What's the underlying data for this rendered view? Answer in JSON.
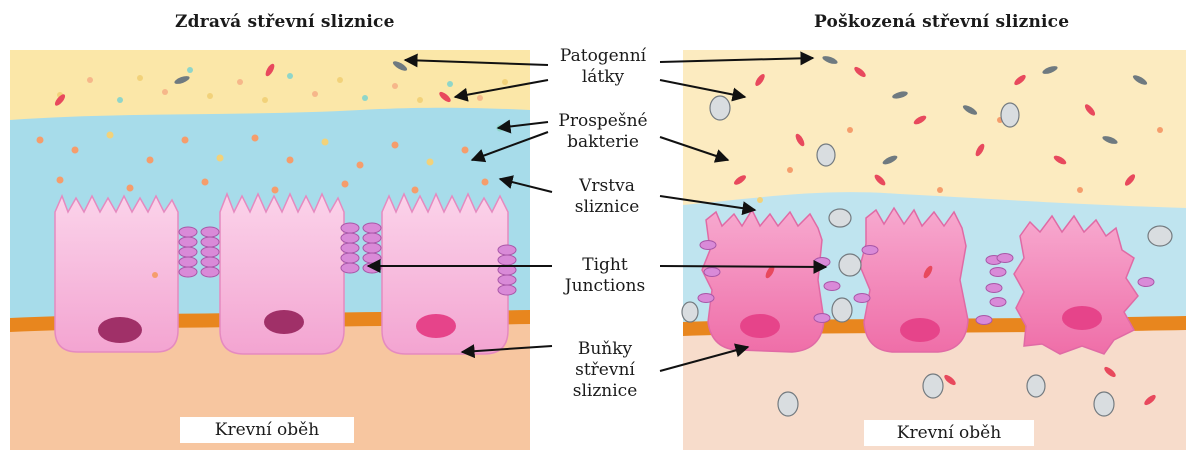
{
  "left_panel": {
    "title": "Zdravá střevní sliznice",
    "footer": "Krevní oběh"
  },
  "right_panel": {
    "title": "Poškozená střevní sliznice",
    "footer": "Krevní oběh"
  },
  "labels": {
    "pathogens": [
      "Patogenní",
      "látky"
    ],
    "beneficial_bacteria": [
      "Prospešné",
      "bakterie"
    ],
    "mucus_layer": [
      "Vrstva",
      "sliznice"
    ],
    "tight_junctions": [
      "Tight",
      "Junctions"
    ],
    "intestinal_cells": [
      "Buňky",
      "střevní",
      "sliznice"
    ]
  },
  "colors": {
    "lumen": "#fbe7a8",
    "mucus": "#a7dcea",
    "blood": "#f6c7a3",
    "basement": "#e8861e",
    "cell": "#f6b8dc",
    "junction": "#d98ad8",
    "nucleus_healthy": "#a03068",
    "nucleus_damaged": "#e6448a"
  }
}
